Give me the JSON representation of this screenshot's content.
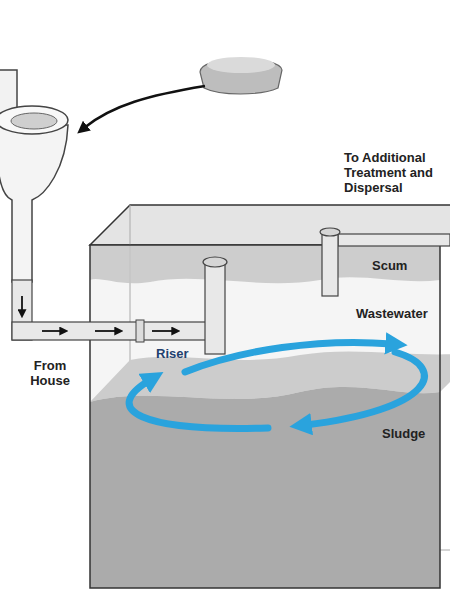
{
  "diagram": {
    "labels": [
      "To Additional Treatment and Dispersal",
      "Scum",
      "Wastewater",
      "Riser",
      "From House",
      "Sludge"
    ]
  }
}
